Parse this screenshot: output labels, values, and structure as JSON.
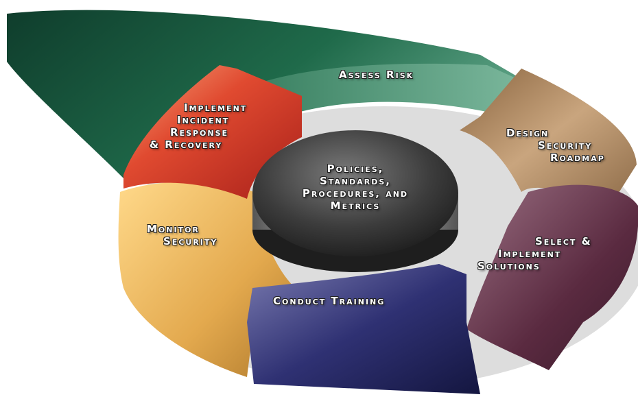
{
  "diagram": {
    "center": {
      "lines": [
        "Policies,",
        "Standards,",
        "Procedures, and",
        "Metrics"
      ],
      "color": "#3a3a3a"
    },
    "segments": [
      {
        "id": "assess",
        "lines": [
          "Assess Risk"
        ],
        "color": "#2f7a5a"
      },
      {
        "id": "design",
        "lines": [
          "Design",
          "Security",
          "Roadmap"
        ],
        "color": "#a27c55"
      },
      {
        "id": "select",
        "lines": [
          "Select &",
          "Implement",
          "Solutions"
        ],
        "color": "#6a3a4e"
      },
      {
        "id": "training",
        "lines": [
          "Conduct Training"
        ],
        "color": "#2d2f66"
      },
      {
        "id": "monitor",
        "lines": [
          "Monitor",
          "Security"
        ],
        "color": "#e8b054"
      },
      {
        "id": "incident",
        "lines": [
          "Implement",
          "Incident",
          "Response",
          "& Recovery"
        ],
        "color": "#d83a2a"
      }
    ]
  }
}
